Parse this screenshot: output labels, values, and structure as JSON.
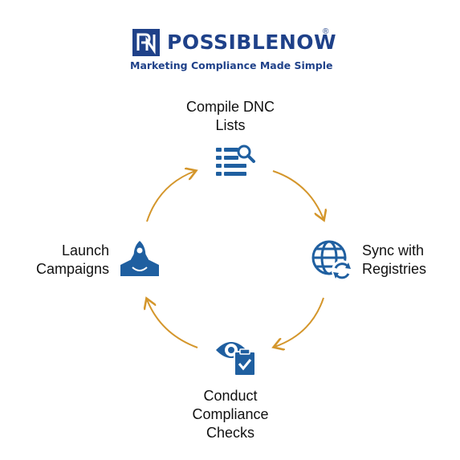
{
  "header": {
    "brand_name": "POSSIBLENOW",
    "registered_mark": "®",
    "tagline": "Marketing Compliance Made Simple",
    "logo_icon": "pn-monogram-icon"
  },
  "colors": {
    "brand_blue": "#1f4189",
    "icon_blue": "#1f5fa0",
    "arrow_gold": "#d4962b",
    "text": "#111111"
  },
  "cycle": {
    "steps": [
      {
        "label": "Compile DNC\nLists",
        "icon": "list-search-icon"
      },
      {
        "label": "Sync with\nRegistries",
        "icon": "globe-sync-icon"
      },
      {
        "label": "Conduct\nCompliance\nChecks",
        "icon": "eye-clipboard-icon"
      },
      {
        "label": "Launch\nCampaigns",
        "icon": "rocket-launch-icon"
      }
    ]
  }
}
